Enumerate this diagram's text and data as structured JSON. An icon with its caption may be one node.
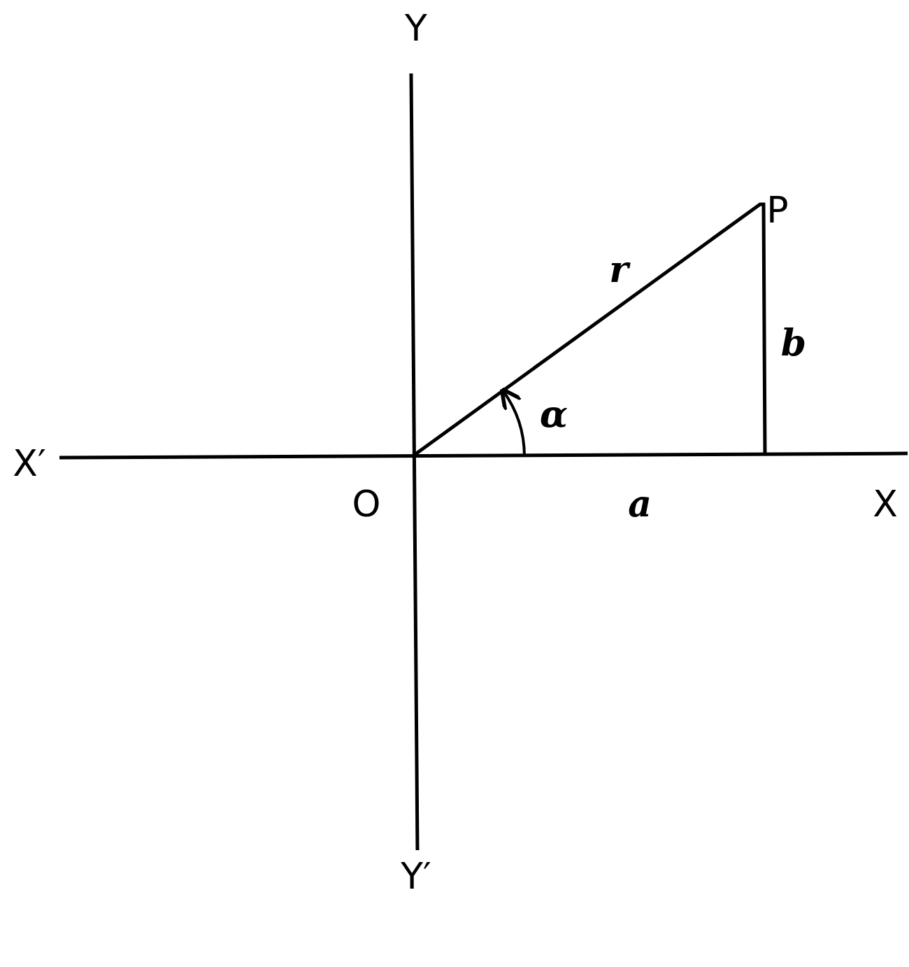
{
  "diagram": {
    "labels": [
      "Y",
      "P",
      "r",
      "b",
      "α",
      "X′",
      "O",
      "a",
      "X",
      "Y′"
    ]
  }
}
